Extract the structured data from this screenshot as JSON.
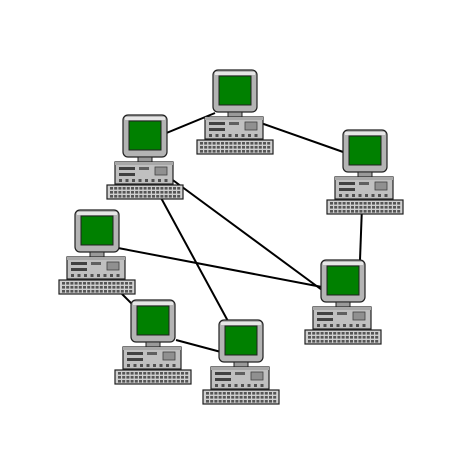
{
  "diagram": {
    "type": "network-topology",
    "colors": {
      "screen": "#008000",
      "bezel": "#b4b4b4",
      "body": "#c0c0c0",
      "outline": "#202020",
      "link": "#000000",
      "background": "#ffffff"
    },
    "nodes": [
      {
        "id": "pc-1",
        "icon": "desktop-computer-icon"
      },
      {
        "id": "pc-2",
        "icon": "desktop-computer-icon"
      },
      {
        "id": "pc-3",
        "icon": "desktop-computer-icon"
      },
      {
        "id": "pc-4",
        "icon": "desktop-computer-icon"
      },
      {
        "id": "pc-5",
        "icon": "desktop-computer-icon"
      },
      {
        "id": "pc-6",
        "icon": "desktop-computer-icon"
      },
      {
        "id": "pc-7",
        "icon": "desktop-computer-icon"
      }
    ],
    "links": [
      [
        "pc-1",
        "pc-2"
      ],
      [
        "pc-1",
        "pc-3"
      ],
      [
        "pc-3",
        "pc-6"
      ],
      [
        "pc-2",
        "pc-6"
      ],
      [
        "pc-2",
        "pc-7"
      ],
      [
        "pc-4",
        "pc-6"
      ],
      [
        "pc-4",
        "pc-5"
      ],
      [
        "pc-5",
        "pc-7"
      ]
    ]
  }
}
